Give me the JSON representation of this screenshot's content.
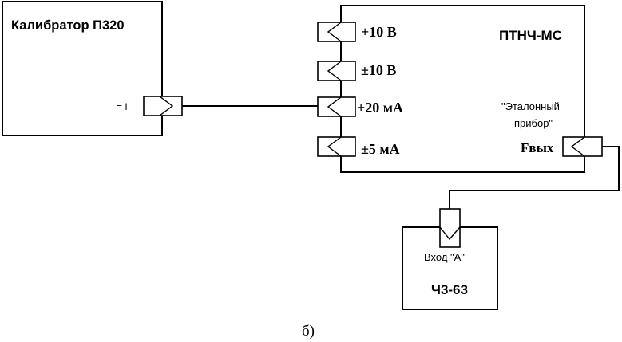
{
  "calibrator": {
    "title": "Калибратор П320",
    "output_label": "= I"
  },
  "ptnch": {
    "title": "ПТНЧ-МС",
    "inputs": [
      {
        "label": "+10 В"
      },
      {
        "label": "±10 В"
      },
      {
        "label": "+20 мА"
      },
      {
        "label": "±5 мА"
      }
    ],
    "reference_line1": "\"Эталонный",
    "reference_line2": "прибор\"",
    "output_label": "Fвых"
  },
  "counter": {
    "title": "Ч3-63",
    "input_label": "Вход \"А\""
  },
  "caption": "б)"
}
